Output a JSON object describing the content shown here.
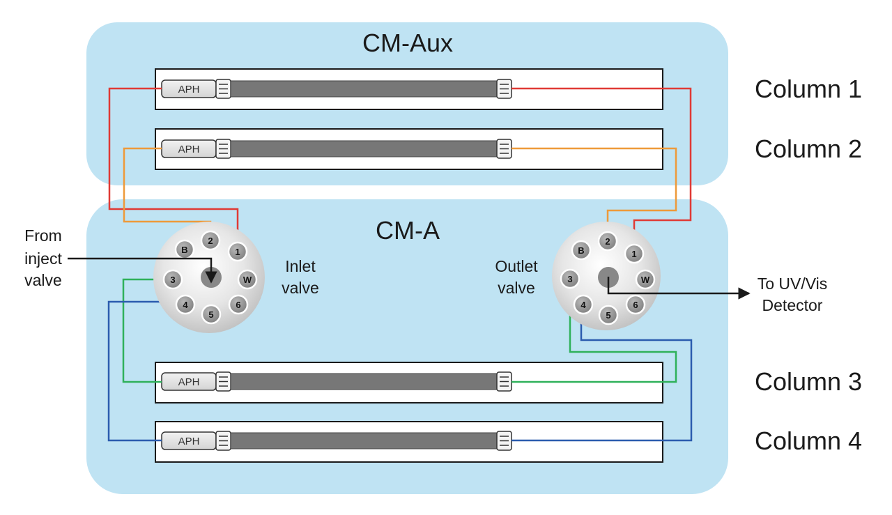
{
  "panels": {
    "aux_title": "CM-Aux",
    "main_title": "CM-A"
  },
  "columns": [
    {
      "label": "Column 1",
      "aph": "APH"
    },
    {
      "label": "Column 2",
      "aph": "APH"
    },
    {
      "label": "Column 3",
      "aph": "APH"
    },
    {
      "label": "Column 4",
      "aph": "APH"
    }
  ],
  "inlet_valve": {
    "label_line1": "Inlet",
    "label_line2": "valve",
    "ports": [
      "1",
      "2",
      "B",
      "3",
      "4",
      "5",
      "6",
      "W"
    ]
  },
  "outlet_valve": {
    "label_line1": "Outlet",
    "label_line2": "valve",
    "ports": [
      "1",
      "2",
      "B",
      "3",
      "4",
      "5",
      "6",
      "W"
    ]
  },
  "annotations": {
    "from_line1": "From",
    "from_line2": "inject",
    "from_line3": "valve",
    "to_line1": "To UV/Vis",
    "to_line2": "Detector"
  },
  "colors": {
    "panel_fill": "#bfe3f3",
    "column1_tube": "#e03a35",
    "column2_tube": "#ee9a3a",
    "column3_tube": "#2fb15a",
    "column4_tube": "#2b5cae",
    "column_body": "#777777",
    "arrow": "#1a1a1a"
  }
}
